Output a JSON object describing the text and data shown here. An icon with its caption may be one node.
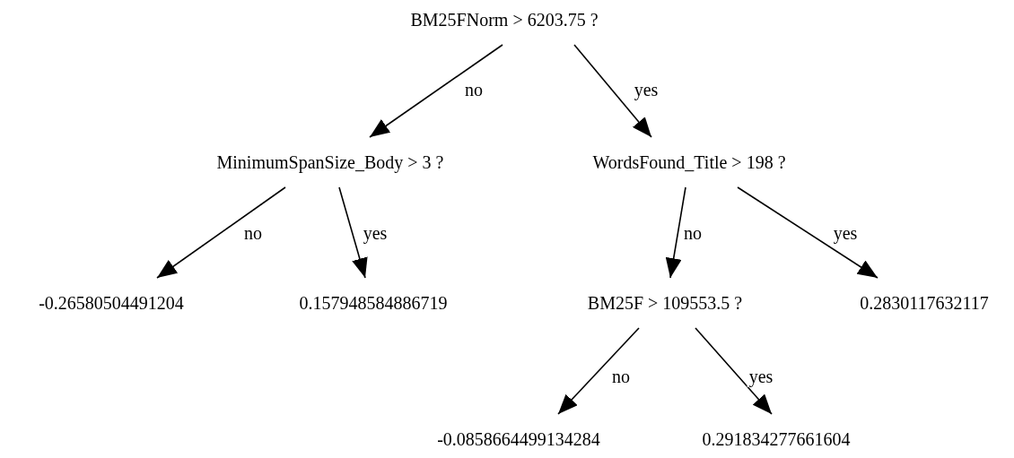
{
  "diagram": {
    "nodes": [
      {
        "text": [
          "BM25FNorm > 6203.75 ?"
        ]
      },
      {
        "text": [
          "MinimumSpanSize_Body > 3 ?"
        ]
      },
      {
        "text": [
          "WordsFound_Title > 198 ?"
        ]
      },
      {
        "text": [
          "-0.26580504491204"
        ]
      },
      {
        "text": [
          "0.157948584886719"
        ]
      },
      {
        "text": [
          "BM25F > 109553.5 ?"
        ]
      },
      {
        "text": [
          "0.2830117632117"
        ]
      },
      {
        "text": [
          "-0.0858664499134284"
        ]
      },
      {
        "text": [
          "0.291834277661604"
        ]
      }
    ],
    "edges": [
      {
        "from": 0,
        "to": 1,
        "arrow": "to",
        "label": "no"
      },
      {
        "from": 0,
        "to": 2,
        "arrow": "to",
        "label": "yes"
      },
      {
        "from": 1,
        "to": 3,
        "arrow": "to",
        "label": "no"
      },
      {
        "from": 1,
        "to": 4,
        "arrow": "to",
        "label": "yes"
      },
      {
        "from": 2,
        "to": 5,
        "arrow": "to",
        "label": "no"
      },
      {
        "from": 2,
        "to": 6,
        "arrow": "to",
        "label": "yes"
      },
      {
        "from": 5,
        "to": 7,
        "arrow": "to",
        "label": "no"
      },
      {
        "from": 5,
        "to": 8,
        "arrow": "to",
        "label": "yes"
      }
    ]
  }
}
